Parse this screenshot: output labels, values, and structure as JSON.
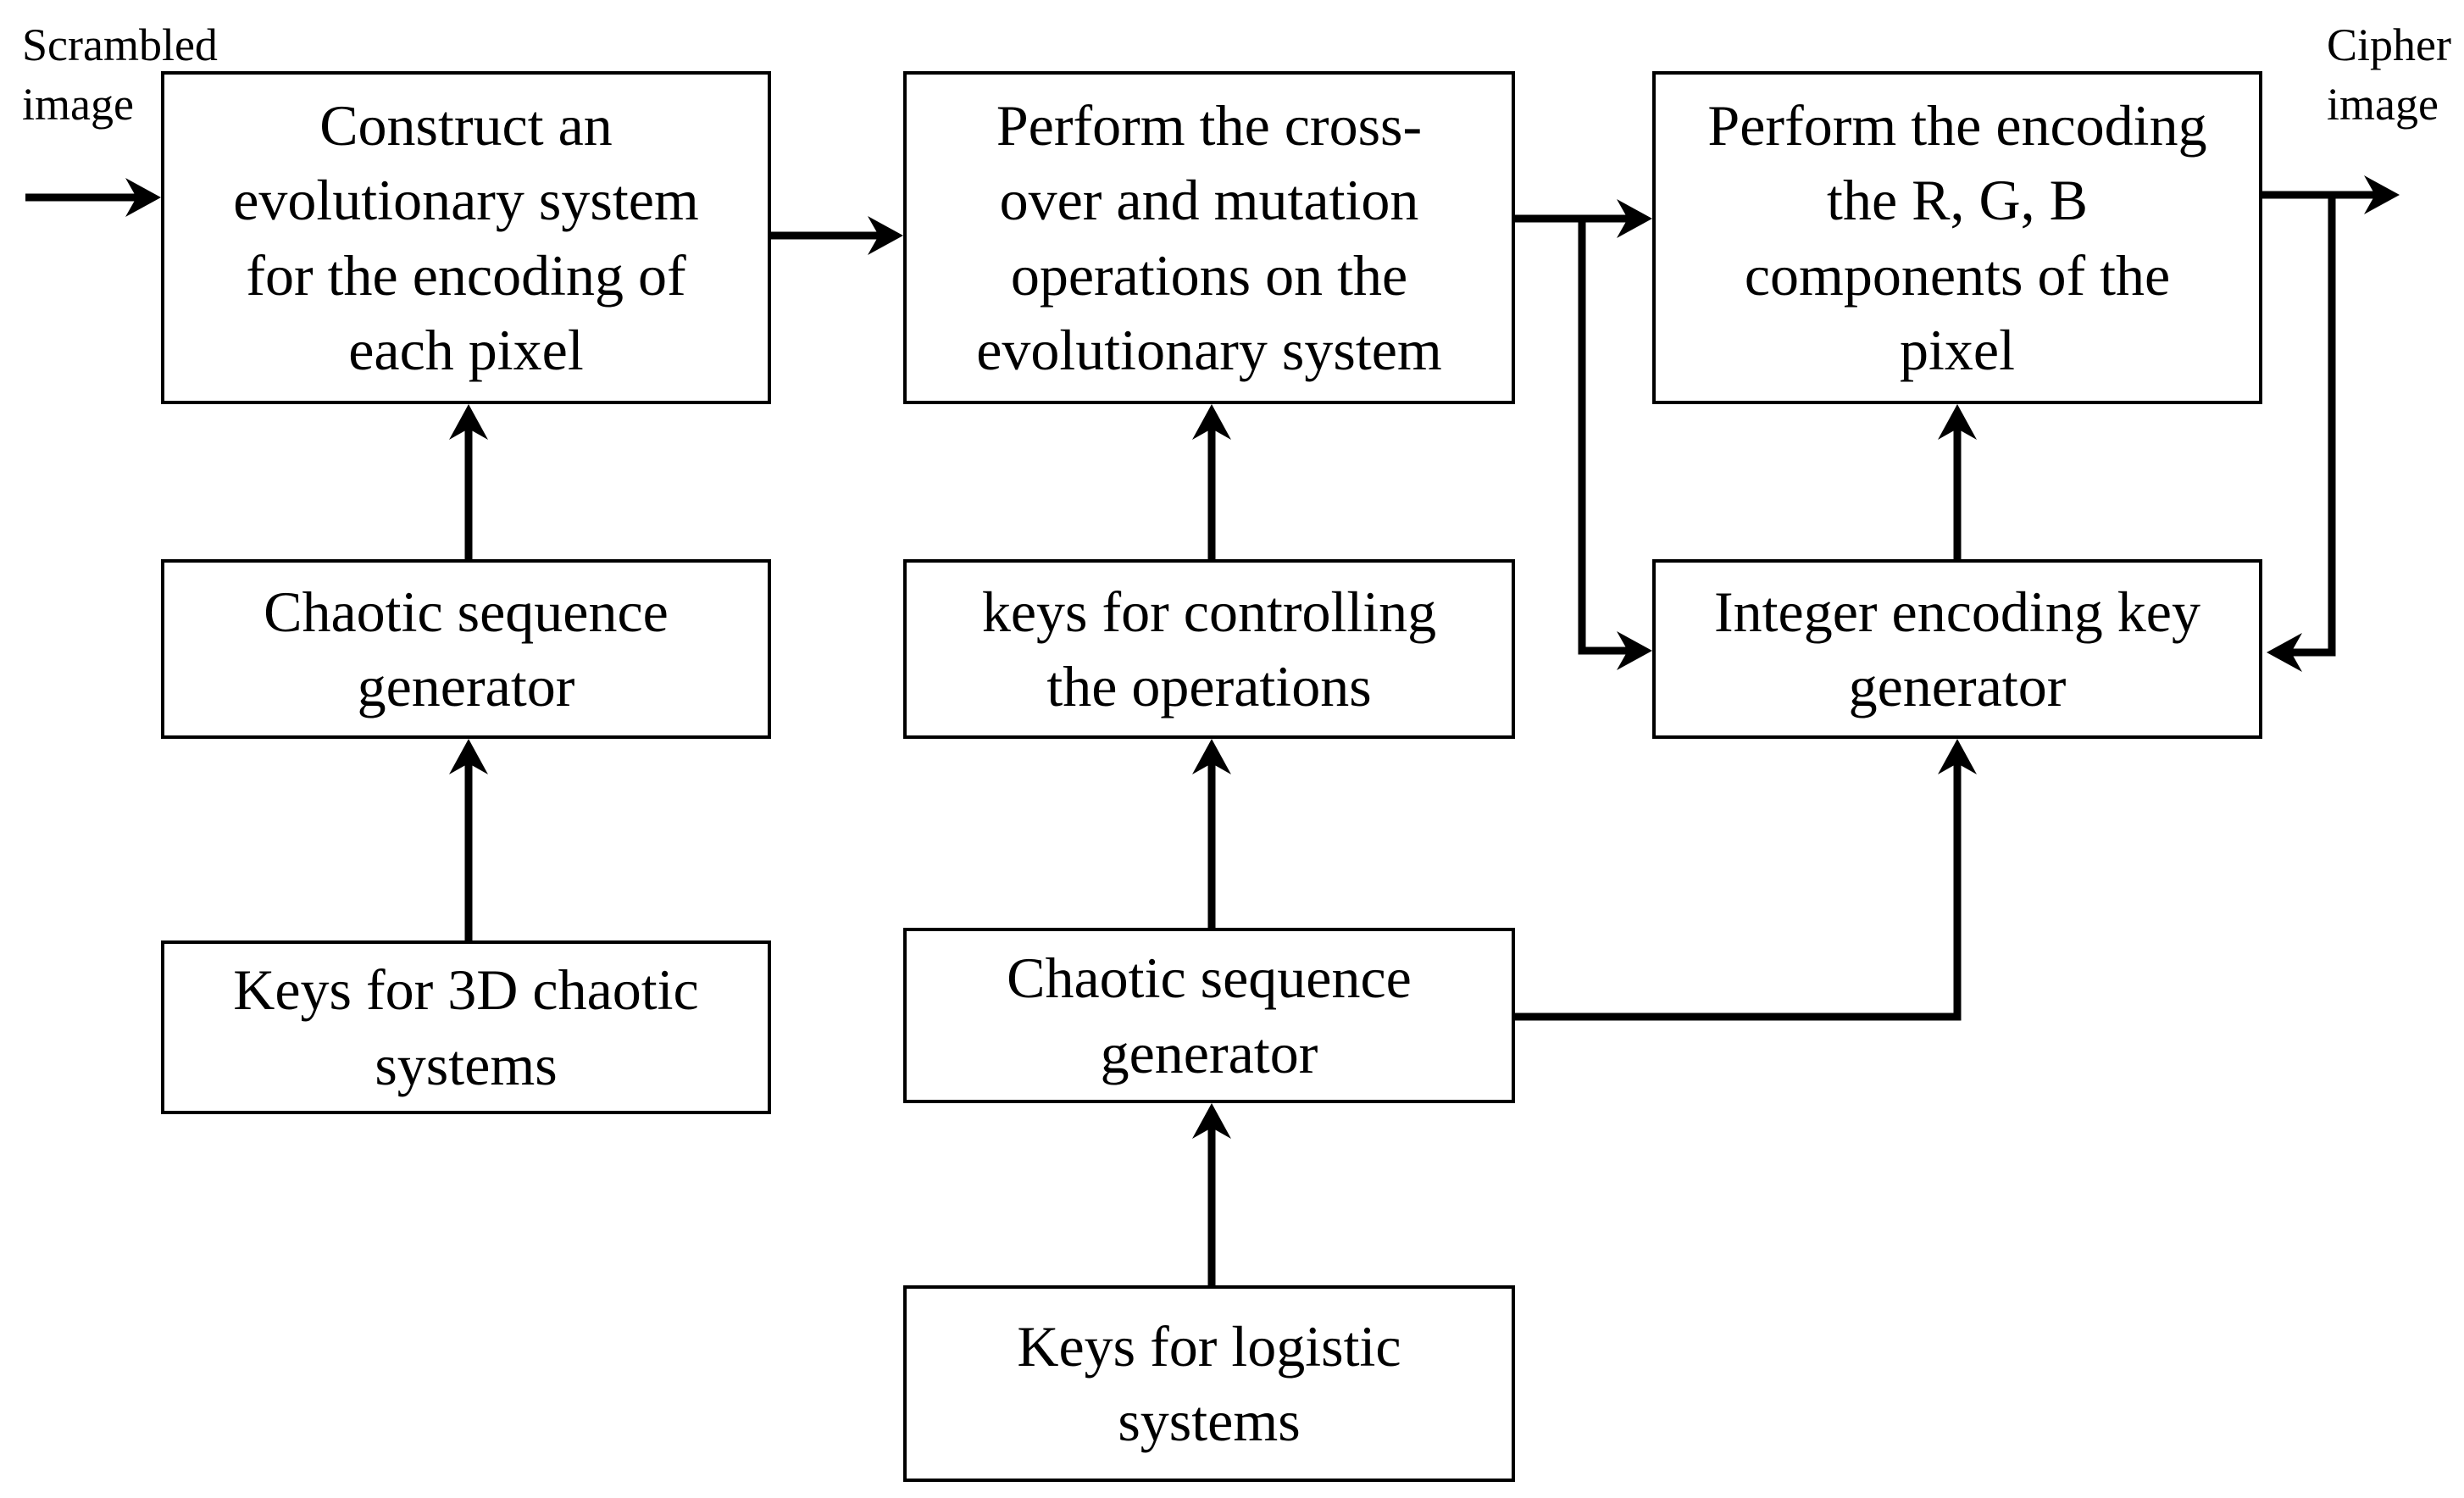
{
  "labels": {
    "scrambled": [
      "Scrambled",
      "image"
    ],
    "cipher": [
      "Cipher",
      "image"
    ]
  },
  "boxes": {
    "construct": {
      "lines": [
        "Construct an",
        "evolutionary system",
        "for the encoding of",
        "each pixel"
      ]
    },
    "crossover": {
      "lines": [
        "Perform the cross-",
        "over and mutation",
        "operations on the",
        "evolutionary system"
      ]
    },
    "encode_rgb": {
      "lines": [
        "Perform the encoding",
        "the R, G, B",
        "components of the",
        "pixel"
      ]
    },
    "chaotic_seq_1": {
      "lines": [
        "Chaotic sequence",
        "generator"
      ]
    },
    "keys_control": {
      "lines": [
        "keys for controlling",
        "the operations"
      ]
    },
    "integer_key": {
      "lines": [
        "Integer encoding key",
        "generator"
      ]
    },
    "keys_3d": {
      "lines": [
        "Keys for 3D chaotic",
        "systems"
      ]
    },
    "chaotic_seq_2": {
      "lines": [
        "Chaotic sequence",
        "generator"
      ]
    },
    "keys_logistic": {
      "lines": [
        "Keys for logistic",
        "systems"
      ]
    }
  },
  "colors": {
    "ink": "#000000",
    "background": "#ffffff",
    "box_fill": "#ffffff"
  }
}
